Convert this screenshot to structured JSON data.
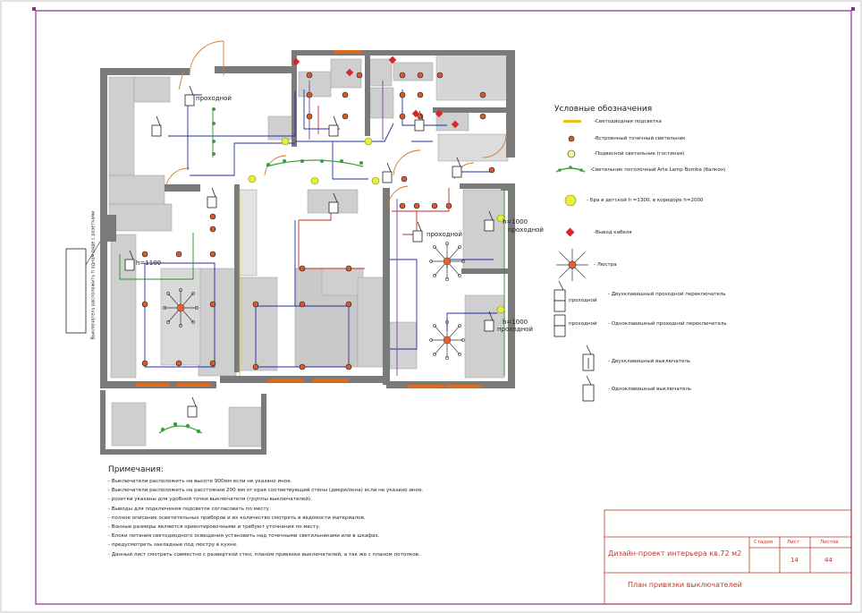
{
  "floor_plan": {
    "labels": [
      {
        "id": "walkthrough-top",
        "text": "проходной"
      },
      {
        "id": "walkthrough-mid",
        "text": "проходной"
      },
      {
        "id": "height-1100",
        "text": "h=1100"
      },
      {
        "id": "height-1000-a",
        "text": "h=1000"
      },
      {
        "id": "walkthrough-right-a",
        "text": "проходной"
      },
      {
        "id": "height-1000-b",
        "text": "h=1000"
      },
      {
        "id": "walkthrough-right-b",
        "text": "проходной"
      }
    ],
    "side_note": "Выключатель расположить h одном ряде с розетками"
  },
  "legend": {
    "title": "Условные обозначения",
    "items": [
      {
        "icon": "led-strip-icon",
        "text": "-Светодиодная подсветка"
      },
      {
        "icon": "recessed-spotlight-icon",
        "text": "-Встроенный точечный светильник"
      },
      {
        "icon": "pendant-light-icon",
        "text": "-Подвесной светильник (гостиная)"
      },
      {
        "icon": "ceiling-track-icon",
        "text": "-Светильник потолочный Arte Lamp Bomba (балкон)"
      },
      {
        "icon": "sconce-icon",
        "text": "- Бра в детской h =1300, в коридоре h=2000"
      },
      {
        "icon": "cable-outlet-icon",
        "text": "-Вывод кабеля"
      },
      {
        "icon": "chandelier-icon",
        "text": "- Люстра"
      },
      {
        "icon": "double-pass-switch-icon",
        "text": "- Двухклавишный проходной переключатель",
        "prefix": "проходной"
      },
      {
        "icon": "single-pass-switch-icon",
        "text": "- Одноклавишный проходной переключатель",
        "prefix": "проходной"
      },
      {
        "icon": "double-switch-icon",
        "text": "- Двухклавишный выключатель"
      },
      {
        "icon": "single-switch-icon",
        "text": "- Одноклавишный выключатель"
      }
    ]
  },
  "notes": {
    "title": "Примечания:",
    "lines": [
      "- Выключатели расположить на высоте 900мм если не указано иное.",
      "- Выключатели расположить на расстоянии 200 мм от края соответвующей стены (двери/окна) если не указано иное.",
      "- розетки указаны для удобной точки выключателя (группы выключателей).",
      "- Выводы для подключения подсветок согласовать по месту.",
      "- полное описание осветительных приборов и их количество смотреть в ведомости материалов.",
      "- Вонные размеры являются ориентировочными и требуют уточнения по месту.",
      "- Блоки питания светодиодного освещения установить над точечными светильниками или в шкафах.",
      "- предусмотреть закладные под люстру в кухне.",
      "- Данный лист смотреть совместно с разверткой стен, планом привязки выключателей, а так же с планом потолков."
    ]
  },
  "title_block": {
    "project": "Дизайн-проект интерьера кв.72 м2",
    "sheet_title": "План привязки выключателей",
    "stage_label": "Стадия",
    "sheet_label": "Лист",
    "sheets_label": "Листов",
    "stage_value": "",
    "sheet_value": "14",
    "sheets_value": "44"
  }
}
